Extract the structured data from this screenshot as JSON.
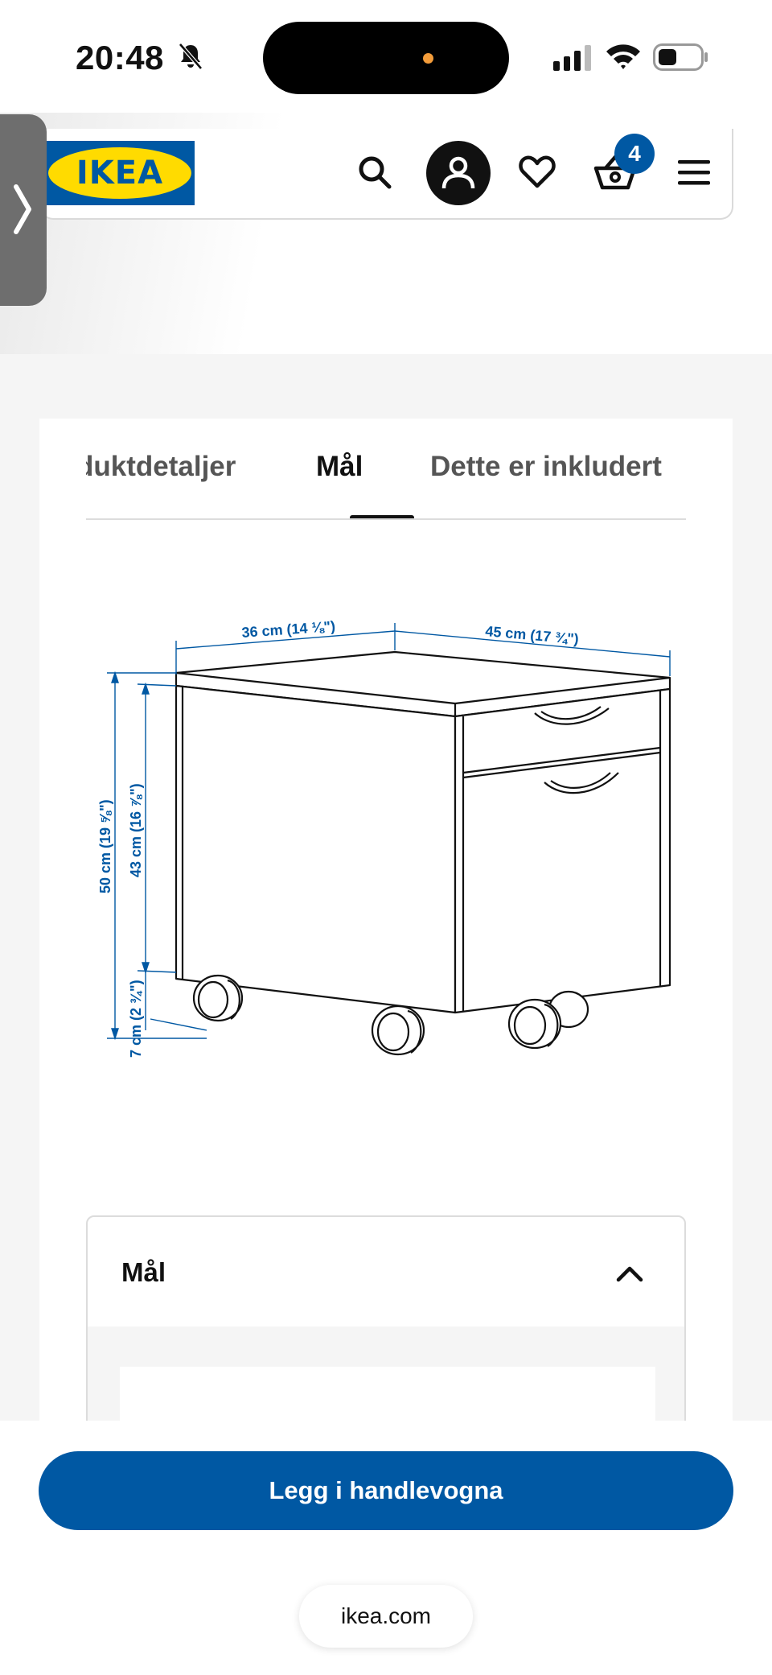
{
  "status_bar": {
    "time": "20:48"
  },
  "header": {
    "logo_text": "IKEA",
    "cart_count": "4"
  },
  "tabs": [
    {
      "label": "duktdetaljer"
    },
    {
      "label": "Mål"
    },
    {
      "label": "Dette er inkludert"
    }
  ],
  "diagram": {
    "width_label": "36 cm (14 ⅛\")",
    "depth_label": "45 cm (17 ¾\")",
    "total_height_label": "50 cm (19 ⅝\")",
    "body_height_label": "43 cm (16 ⅞\")",
    "wheel_height_label": "7 cm (2 ¾\")"
  },
  "accordion": {
    "title": "Mål"
  },
  "bottom": {
    "add_to_cart_label": "Legg i handlevogna",
    "url": "ikea.com"
  },
  "colors": {
    "brand_blue": "#0058a3",
    "brand_yellow": "#ffdb00"
  }
}
